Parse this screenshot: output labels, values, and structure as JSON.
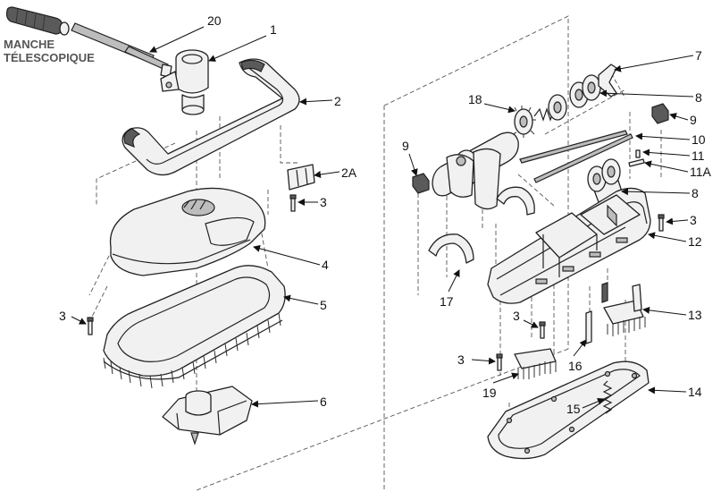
{
  "handle_label": {
    "line1": "MANCHE",
    "line2": "TÉLESCOPIQUE"
  },
  "callouts": {
    "c20": "20",
    "c1": "1",
    "c2": "2",
    "c2a": "2A",
    "c3a": "3",
    "c4": "4",
    "c3b": "3",
    "c5": "5",
    "c6": "6",
    "c7": "7",
    "c8a": "8",
    "c18": "18",
    "c9a": "9",
    "c9b": "9",
    "c10": "10",
    "c11": "11",
    "c11a": "11A",
    "c8b": "8",
    "c3c": "3",
    "c12": "12",
    "c17": "17",
    "c13": "13",
    "c3d": "3",
    "c16": "16",
    "c3e": "3",
    "c19": "19",
    "c14": "14",
    "c15": "15"
  }
}
